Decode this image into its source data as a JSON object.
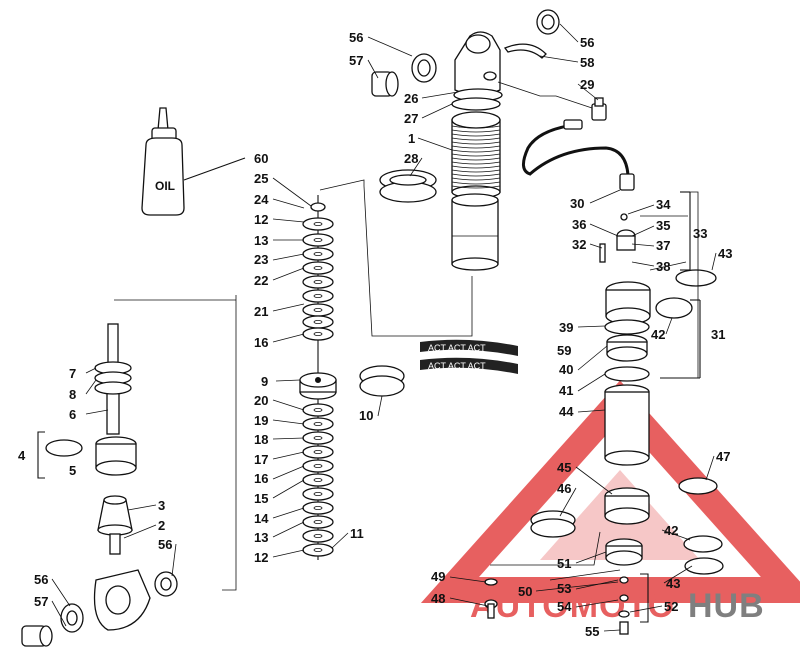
{
  "diagram": {
    "oil_label": "OIL",
    "watermark": {
      "part1": "AUTOMOTO",
      "part2": "HUB",
      "color_red": "#e02b2b",
      "color_gray": "#555555"
    },
    "callouts": {
      "c1": "1",
      "c2": "2",
      "c3": "3",
      "c4": "4",
      "c5": "5",
      "c6": "6",
      "c7": "7",
      "c8": "8",
      "c9": "9",
      "c10": "10",
      "c11": "11",
      "c12a": "12",
      "c12b": "12",
      "c13a": "13",
      "c13b": "13",
      "c14": "14",
      "c15": "15",
      "c16a": "16",
      "c16b": "16",
      "c17": "17",
      "c18": "18",
      "c19": "19",
      "c20": "20",
      "c21": "21",
      "c22": "22",
      "c23": "23",
      "c24": "24",
      "c25": "25",
      "c26": "26",
      "c27": "27",
      "c28": "28",
      "c29": "29",
      "c30": "30",
      "c31": "31",
      "c32": "32",
      "c33": "33",
      "c34": "34",
      "c35": "35",
      "c36": "36",
      "c37": "37",
      "c38": "38",
      "c39": "39",
      "c40": "40",
      "c41": "41",
      "c42a": "42",
      "c42b": "42",
      "c43a": "43",
      "c43b": "43",
      "c44": "44",
      "c45": "45",
      "c46": "46",
      "c47": "47",
      "c48": "48",
      "c49": "49",
      "c50": "50",
      "c51": "51",
      "c52": "52",
      "c53": "53",
      "c54": "54",
      "c55": "55",
      "c56a": "56",
      "c56b": "56",
      "c56c": "56",
      "c56d": "56",
      "c57a": "57",
      "c57b": "57",
      "c58": "58",
      "c59": "59",
      "c60": "60"
    }
  }
}
